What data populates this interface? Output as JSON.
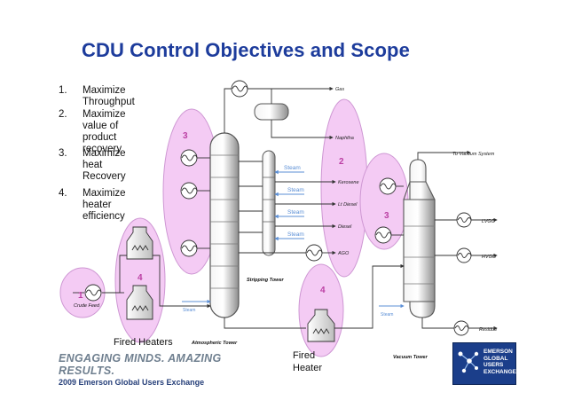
{
  "slide": {
    "title": "CDU Control Objectives and Scope",
    "objectives": [
      {
        "num": "1.",
        "lines": [
          "Maximize",
          "Throughput"
        ]
      },
      {
        "num": "2.",
        "lines": [
          "Maximize value of",
          "product recovery"
        ]
      },
      {
        "num": "3.",
        "lines": [
          "Maximize heat",
          "Recovery"
        ]
      },
      {
        "num": "4.",
        "lines": [
          "Maximize heater",
          "efficiency"
        ]
      }
    ]
  },
  "diagram": {
    "zones": [
      "1",
      "2",
      "3",
      "3",
      "4",
      "4"
    ],
    "products": {
      "gas": "Gas",
      "naphtha": "Naphtha",
      "kerosene": "Kerosene",
      "lt_diesel": "Lt Diesel",
      "diesel": "Diesel",
      "ago": "AGO",
      "to_vacuum": "To Vacuum System",
      "lvgo": "LVGO",
      "hvgo": "HVGO",
      "residue": "Residue"
    },
    "steam_labels": [
      "Steam",
      "Steam",
      "Steam",
      "Steam"
    ],
    "steam_small": [
      "Steam",
      "Steam"
    ],
    "labels": {
      "crude_feed": "Crude Feed",
      "stripping_tower": "Stripping Tower",
      "atmospheric_tower": "Atmospheric Tower",
      "vacuum_tower": "Vacuum Tower",
      "fired_heaters": "Fired Heaters",
      "fired_heater_1": "Fired",
      "fired_heater_2": "Heater"
    }
  },
  "footer": {
    "slogan": "ENGAGING MINDS. AMAZING RESULTS.",
    "sub": "2009 Emerson Global Users Exchange",
    "brand": [
      "EMERSON",
      "GLOBAL",
      "USERS",
      "EXCHANGE"
    ]
  },
  "colors": {
    "title": "#1d3c9c",
    "zone_fill": "#f3c6f3",
    "zone_stroke": "#c98ccf",
    "zone_number": "#bb3fa3",
    "steam_text": "#5b8fd6",
    "brand_bg": "#1b3e8a"
  }
}
